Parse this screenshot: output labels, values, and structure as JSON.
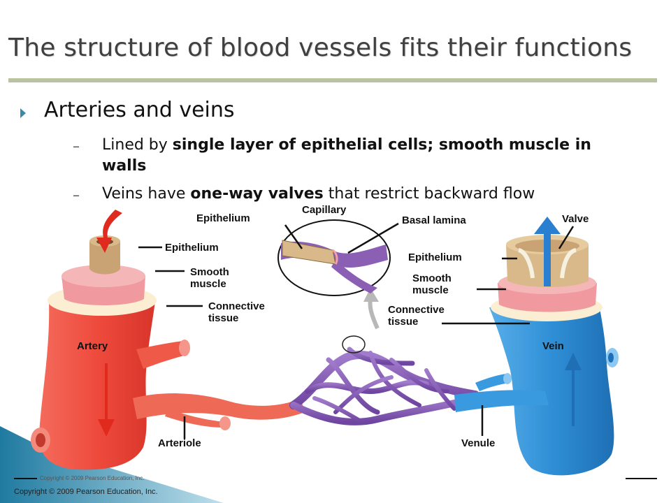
{
  "slide": {
    "title": "The structure of blood vessels fits their functions",
    "bullet": {
      "text": "Arteries and veins"
    },
    "sub_bullets": [
      {
        "dash": "–",
        "prefix": "Lined by ",
        "bold": "single layer of epithelial cells; smooth muscle in walls",
        "suffix": ""
      },
      {
        "dash": "–",
        "prefix": "Veins have ",
        "bold": "one-way valves",
        "suffix": " that restrict backward flow"
      }
    ]
  },
  "diagram": {
    "labels": {
      "epithelium_artery": "Epithelium",
      "smooth_muscle_artery": "Smooth muscle",
      "connective_tissue_artery": "Connective tissue",
      "artery": "Artery",
      "arteriole": "Arteriole",
      "capillary": "Capillary",
      "epithelium_capillary": "Epithelium",
      "basal_lamina": "Basal lamina",
      "valve": "Valve",
      "epithelium_vein": "Epithelium",
      "smooth_muscle_vein": "Smooth muscle",
      "connective_tissue_vein": "Connective tissue",
      "vein": "Vein",
      "venule": "Venule"
    },
    "inner_copyright": "Copyright © 2009 Pearson Education, Inc."
  },
  "footer": {
    "copyright": "Copyright © 2009 Pearson Education, Inc."
  },
  "colors": {
    "artery_red": "#ee4a3c",
    "vein_blue": "#2f8fd6",
    "capillary_purple": "#8a5fb4",
    "muscle_pink": "#f09aa0",
    "connective_cream": "#fbeed2",
    "epithelium_tan": "#d9b98a",
    "title_rule": "#b9c3a0",
    "bullet_accent": "#3c8aa8"
  }
}
